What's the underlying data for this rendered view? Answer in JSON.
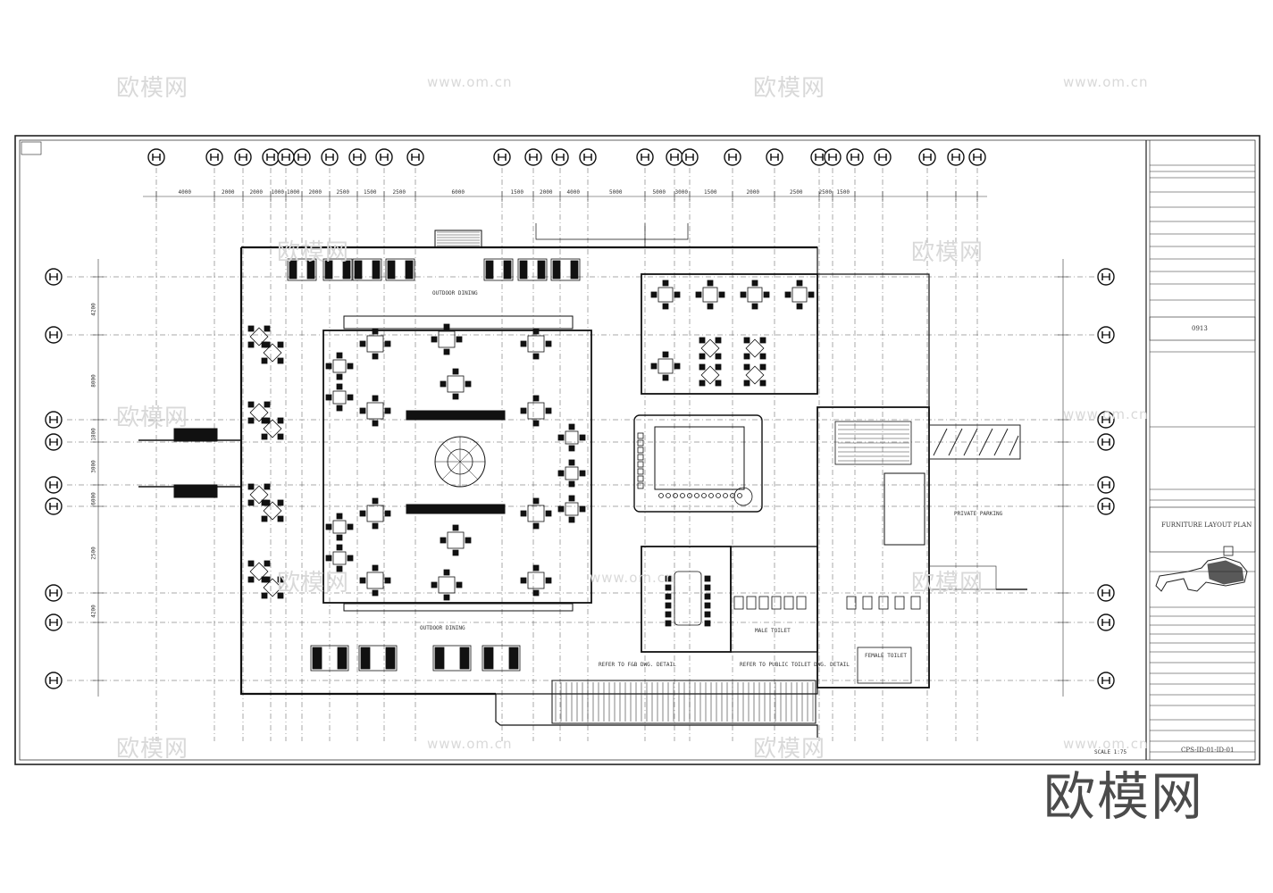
{
  "watermark": {
    "brand": "欧模网",
    "url": "www.om.cn"
  },
  "labels": {
    "outdoor_dining_top": "OUTDOOR DINING",
    "outdoor_dining_bottom": "OUTDOOR DINING",
    "private_parking": "PRIVATE PARKING",
    "male_toilet": "MALE TOILET",
    "female_toilet": "FEMALE TOILET",
    "refer_note_1": "REFER TO F&B DWG. DETAIL",
    "refer_note_2": "REFER TO PUBLIC TOILET DWG. DETAIL",
    "scale": "SCALE 1:75"
  },
  "title_block": {
    "code": "0913",
    "drawing_title": "FURNITURE LAYOUT PLAN",
    "drawing_number": "CPS-ID-01-ID-01"
  },
  "grid_marks": {
    "top": [
      "4000",
      "2000",
      "2000",
      "1000",
      "1000",
      "2000",
      "2500",
      "1500",
      "2500",
      "6000",
      "1500",
      "2000",
      "4000",
      "5000",
      "5000",
      "3000",
      "1500",
      "2000",
      "2500",
      "2500",
      "1500"
    ],
    "left": [
      "4200",
      "8000",
      "1800",
      "3000",
      "6000",
      "2500",
      "4200"
    ]
  }
}
